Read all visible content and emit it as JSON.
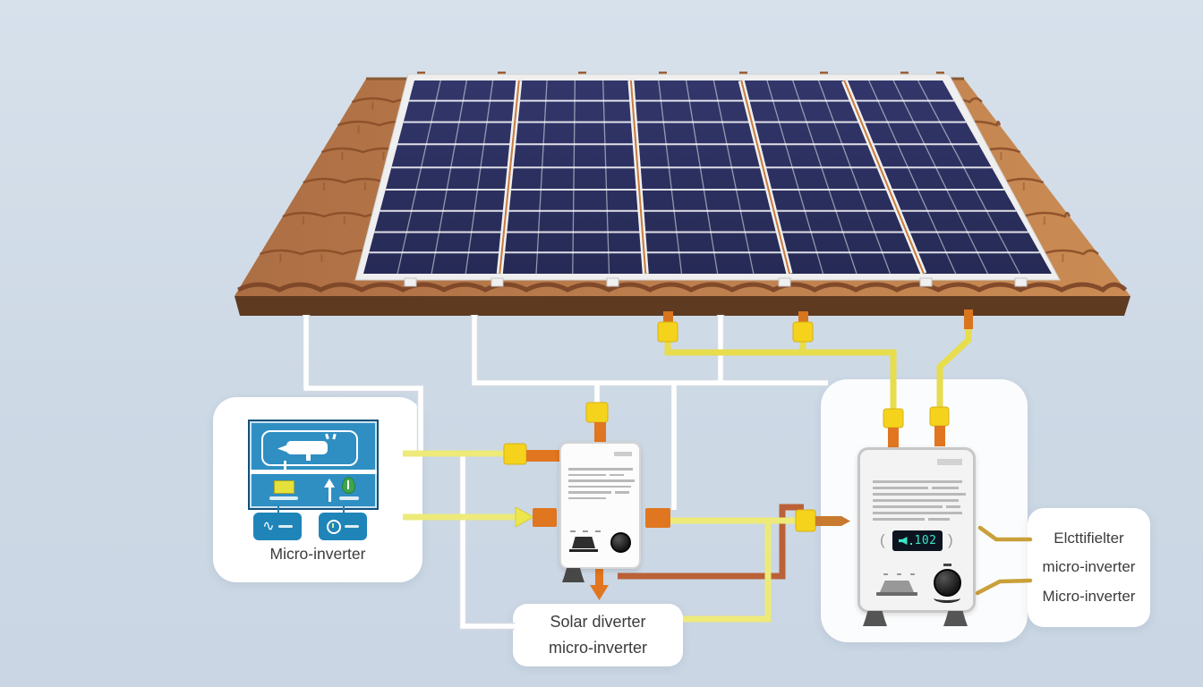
{
  "scene": {
    "background": "#cdd9e5",
    "description": "solar-panel-microinverter-diagram"
  },
  "roof": {
    "tile_color": "#bb7c4c",
    "fascia_color": "#5e3a21",
    "panel_color": "#2a2d5c",
    "panel_count": 5
  },
  "cards": {
    "micro_inverter": {
      "label": "Micro-inverter"
    },
    "solar_diverter": {
      "line1": "Solar diverter",
      "line2": "micro-inverter"
    },
    "right_labels": {
      "line1": "Elcttifielter",
      "line2": "micro-inverter",
      "line3": "Micro-inverter"
    }
  },
  "right_device": {
    "display_value": "102"
  },
  "colors": {
    "wire_white": "#ffffff",
    "cable_yellow_pale": "#edea79",
    "cable_yellow_sat": "#e7dd4d",
    "connector_yellow": "#f5d31d",
    "connector_orange": "#e0761f",
    "cable_dark_orange": "#bb6138",
    "leader_gold": "#c9a03a",
    "diagram_blue": "#2f8fc3"
  }
}
